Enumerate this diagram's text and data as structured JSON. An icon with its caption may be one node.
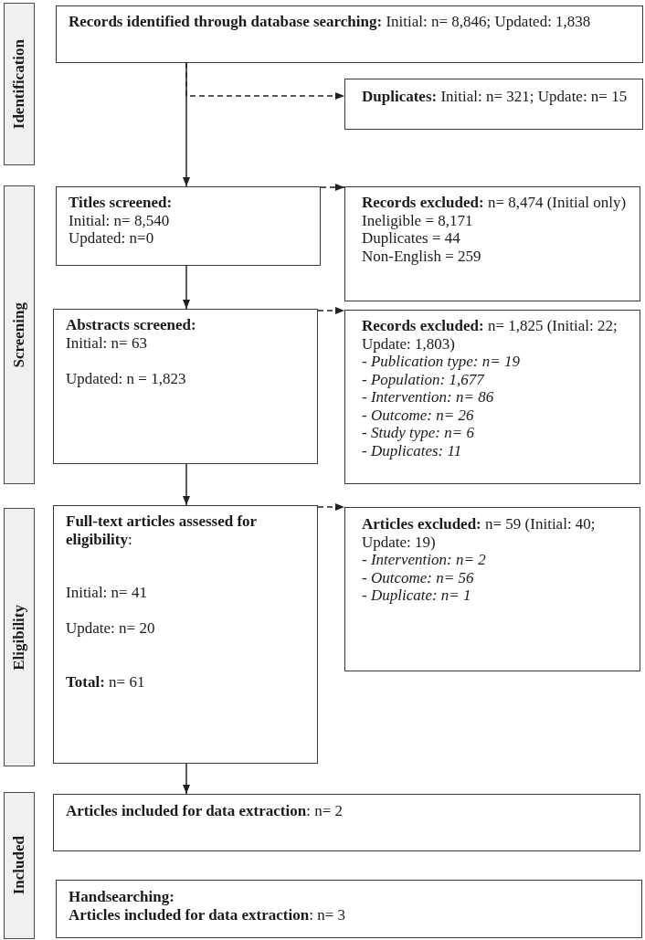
{
  "diagram": {
    "nodes": [
      {
        "text": [
          "Identification"
        ]
      },
      {
        "text": [
          "**Records identified through database searching:** Initial: n= 8,846; Updated: 1,838"
        ]
      },
      {
        "text": [
          "**Duplicates:** Initial: n= 321; Update: n= 15"
        ]
      },
      {
        "text": [
          "Screening"
        ]
      },
      {
        "text": [
          "Titles screened:",
          "Initial: n= 8,540",
          "Updated: n=0"
        ]
      },
      {
        "text": [
          "**Records excluded:** n= 8,474 (Initial only)",
          "Ineligible = 8,171",
          "Duplicates = 44",
          "Non-English = 259"
        ]
      },
      {
        "text": [
          "Abstracts screened:",
          "Initial: n= 63",
          "Updated: n = 1,823"
        ]
      },
      {
        "text": [
          "**Records excluded:** n= 1,825 (Initial: 22; Update: 1,803)",
          "- Publication type: n= 19",
          "- Population: 1,677",
          "- Intervention: n= 86",
          "- Outcome: n= 26",
          "- Study type: n= 6",
          "- Duplicates: 11"
        ]
      },
      {
        "text": [
          "Eligibility"
        ]
      },
      {
        "text": [
          "**Full-text articles assessed for eligibility**:",
          "Initial: n= 41",
          "Update: n= 20",
          "**Total:** n= 61"
        ]
      },
      {
        "text": [
          "**Articles excluded:** n= 59 (Initial: 40; Update: 19)",
          "- Intervention: n= 2",
          "- Outcome: n= 56",
          "- Duplicate: n= 1"
        ]
      },
      {
        "text": [
          "Included"
        ]
      },
      {
        "text": [
          "**Articles included for data extraction**: n= 2"
        ]
      },
      {
        "text": [
          "Handsearching:",
          "**Articles included for data extraction**: n= 3"
        ]
      }
    ],
    "edges": [
      {
        "from": 1,
        "to": 4,
        "arrow": "to"
      },
      {
        "from": 1,
        "to": 2,
        "arrow": "to",
        "style": "dashed"
      },
      {
        "from": 4,
        "to": 5,
        "arrow": "to",
        "style": "dashed"
      },
      {
        "from": 4,
        "to": 6,
        "arrow": "to"
      },
      {
        "from": 6,
        "to": 7,
        "arrow": "to",
        "style": "dashed"
      },
      {
        "from": 6,
        "to": 9,
        "arrow": "to"
      },
      {
        "from": 9,
        "to": 10,
        "arrow": "to",
        "style": "dashed"
      },
      {
        "from": 9,
        "to": 12,
        "arrow": "to"
      }
    ]
  }
}
